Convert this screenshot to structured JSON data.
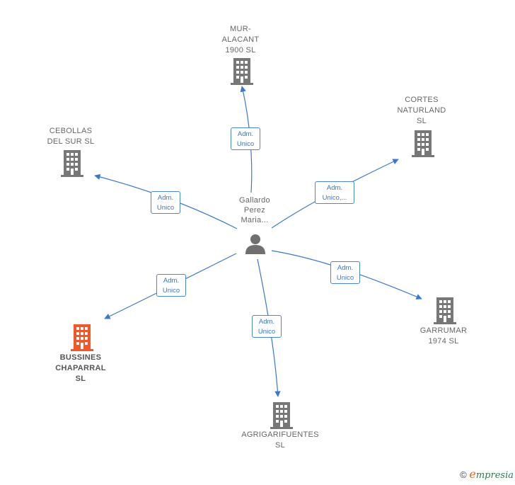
{
  "center": {
    "name": "Gallardo\nPerez\nMaria..."
  },
  "companies": [
    {
      "id": "mur",
      "name": "MUR-\nALACANT\n1900  SL",
      "highlight": false,
      "edge": "Adm.\nUnico"
    },
    {
      "id": "cortes",
      "name": "CORTES\nNATURLAND\nSL",
      "highlight": false,
      "edge": "Adm.\nUnico,..."
    },
    {
      "id": "cebollas",
      "name": "CEBOLLAS\nDEL SUR  SL",
      "highlight": false,
      "edge": "Adm.\nUnico"
    },
    {
      "id": "garrumar",
      "name": "GARRUMAR\n1974  SL",
      "highlight": false,
      "edge": "Adm.\nUnico"
    },
    {
      "id": "bussines",
      "name": "BUSSINES\nCHAPARRAL\nSL",
      "highlight": true,
      "edge": "Adm.\nUnico"
    },
    {
      "id": "agrigarifuentes",
      "name": "AGRIGARIFUENTES\nSL",
      "highlight": false,
      "edge": "Adm.\nUnico"
    }
  ],
  "colors": {
    "edge": "#3a78d0",
    "building": "#777777",
    "building_highlight": "#f0582a"
  },
  "footer": {
    "copyright_symbol": "©",
    "brand_initial": "e",
    "brand_rest": "mpresia"
  }
}
